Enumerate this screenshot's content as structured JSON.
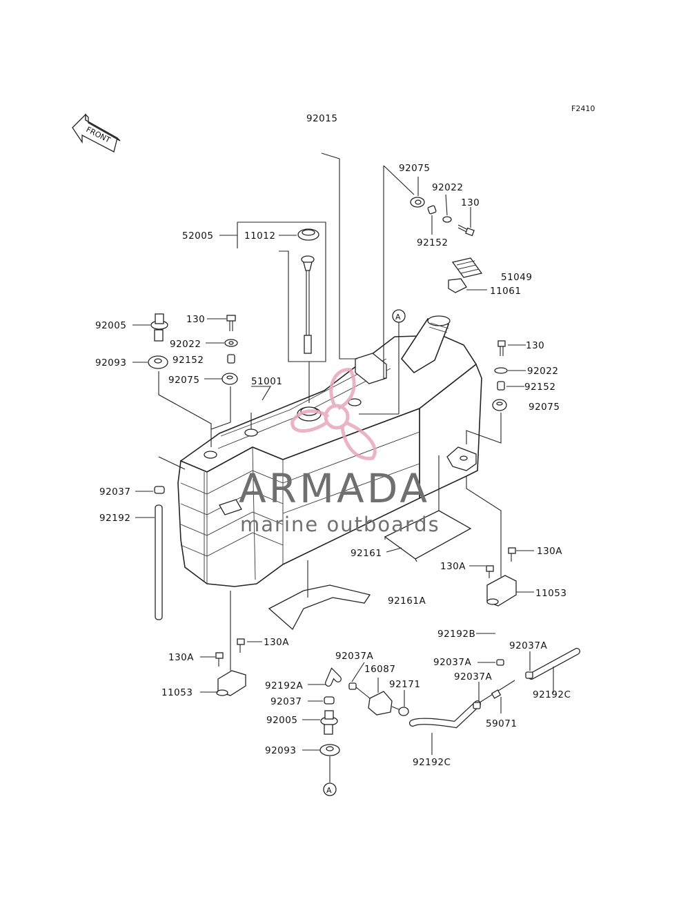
{
  "diagram": {
    "figure_code": "F2410",
    "front_arrow_label": "FRONT",
    "ref_marker": "A",
    "callouts": [
      {
        "id": "c92015",
        "text": "92015"
      },
      {
        "id": "c92075a",
        "text": "92075"
      },
      {
        "id": "c92022a",
        "text": "92022"
      },
      {
        "id": "c130a",
        "text": "130"
      },
      {
        "id": "c92152a",
        "text": "92152"
      },
      {
        "id": "c52005",
        "text": "52005"
      },
      {
        "id": "c11012",
        "text": "11012"
      },
      {
        "id": "c51049",
        "text": "51049"
      },
      {
        "id": "c11061",
        "text": "11061"
      },
      {
        "id": "c92005a",
        "text": "92005"
      },
      {
        "id": "c130b",
        "text": "130"
      },
      {
        "id": "c92022b",
        "text": "92022"
      },
      {
        "id": "c92152b",
        "text": "92152"
      },
      {
        "id": "c92093a",
        "text": "92093"
      },
      {
        "id": "c92075b",
        "text": "92075"
      },
      {
        "id": "c51001",
        "text": "51001"
      },
      {
        "id": "c130c",
        "text": "130"
      },
      {
        "id": "c92022c",
        "text": "92022"
      },
      {
        "id": "c92152c",
        "text": "92152"
      },
      {
        "id": "c92075c",
        "text": "92075"
      },
      {
        "id": "c92037a",
        "text": "92037"
      },
      {
        "id": "c92192",
        "text": "92192"
      },
      {
        "id": "c92161",
        "text": "92161"
      },
      {
        "id": "c130A1",
        "text": "130A"
      },
      {
        "id": "c130A2",
        "text": "130A"
      },
      {
        "id": "c11053a",
        "text": "11053"
      },
      {
        "id": "c92161A",
        "text": "92161A"
      },
      {
        "id": "c92192B",
        "text": "92192B"
      },
      {
        "id": "c130A3",
        "text": "130A"
      },
      {
        "id": "c130A4",
        "text": "130A"
      },
      {
        "id": "c11053b",
        "text": "11053"
      },
      {
        "id": "c92037A1",
        "text": "92037A"
      },
      {
        "id": "c16087",
        "text": "16087"
      },
      {
        "id": "c92037A2",
        "text": "92037A"
      },
      {
        "id": "c92037A3",
        "text": "92037A"
      },
      {
        "id": "c92037A4",
        "text": "92037A"
      },
      {
        "id": "c92192A",
        "text": "92192A"
      },
      {
        "id": "c92171",
        "text": "92171"
      },
      {
        "id": "c92037b",
        "text": "92037"
      },
      {
        "id": "c92192C1",
        "text": "92192C"
      },
      {
        "id": "c92005b",
        "text": "92005"
      },
      {
        "id": "c59071",
        "text": "59071"
      },
      {
        "id": "c92093b",
        "text": "92093"
      },
      {
        "id": "c92192C2",
        "text": "92192C"
      }
    ]
  },
  "watermark": {
    "brand": "ARMADA",
    "tagline": "marine outboards",
    "colors": {
      "brand": "#e7a6bd",
      "text": "#6f6f6f"
    }
  }
}
